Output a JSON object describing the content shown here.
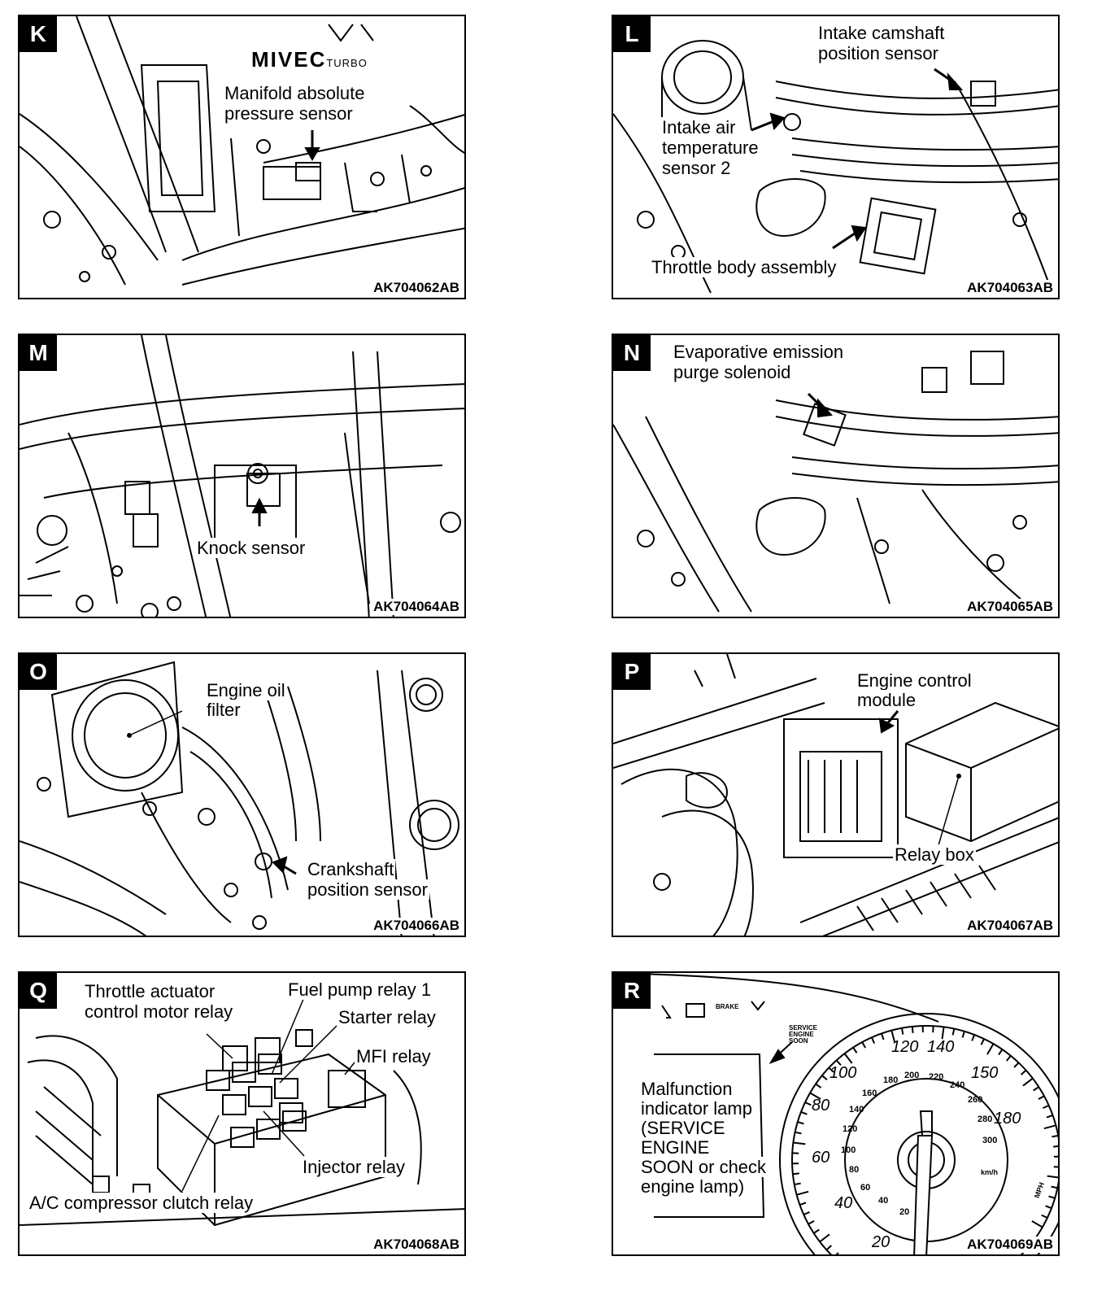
{
  "panels": [
    {
      "letter": "K",
      "code": "AK704062AB",
      "labels": [
        "Manifold absolute",
        "pressure sensor"
      ],
      "brand": "MIVEC",
      "brand_sub": "TURBO"
    },
    {
      "letter": "L",
      "code": "AK704063AB",
      "labels": [
        "Intake camshaft",
        "position sensor",
        "Intake air",
        "temperature",
        "sensor 2",
        "Throttle body assembly"
      ]
    },
    {
      "letter": "M",
      "code": "AK704064AB",
      "labels": [
        "Knock sensor"
      ]
    },
    {
      "letter": "N",
      "code": "AK704065AB",
      "labels": [
        "Evaporative emission",
        "purge solenoid"
      ]
    },
    {
      "letter": "O",
      "code": "AK704066AB",
      "labels": [
        "Engine oil",
        "filter",
        "Crankshaft",
        "position sensor"
      ]
    },
    {
      "letter": "P",
      "code": "AK704067AB",
      "labels": [
        "Engine control",
        "module",
        "Relay box"
      ]
    },
    {
      "letter": "Q",
      "code": "AK704068AB",
      "labels": [
        "Throttle actuator",
        "control motor relay",
        "Fuel pump relay 1",
        "Starter relay",
        "MFI relay",
        "Injector relay",
        "A/C compressor clutch relay"
      ]
    },
    {
      "letter": "R",
      "code": "AK704069AB",
      "labels": [
        "Malfunction",
        "indicator lamp",
        "(SERVICE",
        "ENGINE",
        "SOON or check",
        "engine lamp)"
      ],
      "cluster": {
        "brake": "BRAKE",
        "service": [
          "SERVICE",
          "ENGINE",
          "SOON"
        ],
        "unit": "km/h",
        "mph": "MPH",
        "mph_scale": [
          "20",
          "40",
          "60",
          "80",
          "100",
          "120",
          "140",
          "150",
          "180"
        ],
        "kmh_scale": [
          "20",
          "40",
          "60",
          "80",
          "100",
          "120",
          "140",
          "160",
          "180",
          "200",
          "220",
          "240",
          "260",
          "280",
          "300"
        ]
      }
    }
  ]
}
